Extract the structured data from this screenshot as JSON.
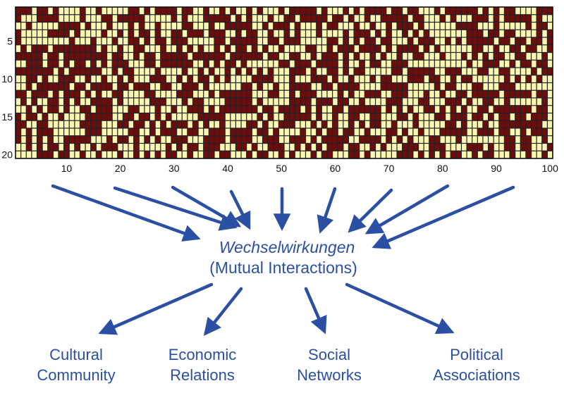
{
  "matrix": {
    "rows": 20,
    "cols": 100,
    "fill_fraction": 0.5,
    "colors": {
      "on": "#fbf6b2",
      "off": "#6b0d0d",
      "grid": "#222222",
      "frame": "#111111"
    },
    "y_ticks": [
      "5",
      "10",
      "15",
      "20"
    ],
    "y_tick_rows": [
      5,
      10,
      15,
      20
    ],
    "x_ticks": [
      "10",
      "20",
      "30",
      "40",
      "50",
      "60",
      "70",
      "80",
      "90",
      "100"
    ],
    "x_tick_cols": [
      10,
      20,
      30,
      40,
      50,
      60,
      70,
      80,
      90,
      100
    ]
  },
  "center": {
    "title": "Wechselwirkungen",
    "subtitle": "(Mutual Interactions)"
  },
  "outcomes": [
    {
      "line1": "Cultural",
      "line2": "Community"
    },
    {
      "line1": "Economic",
      "line2": "Relations"
    },
    {
      "line1": "Social",
      "line2": "Networks"
    },
    {
      "line1": "Political",
      "line2": "Associations"
    }
  ],
  "colors": {
    "arrow": "#2b4fa3",
    "text": "#2b4fa3"
  }
}
